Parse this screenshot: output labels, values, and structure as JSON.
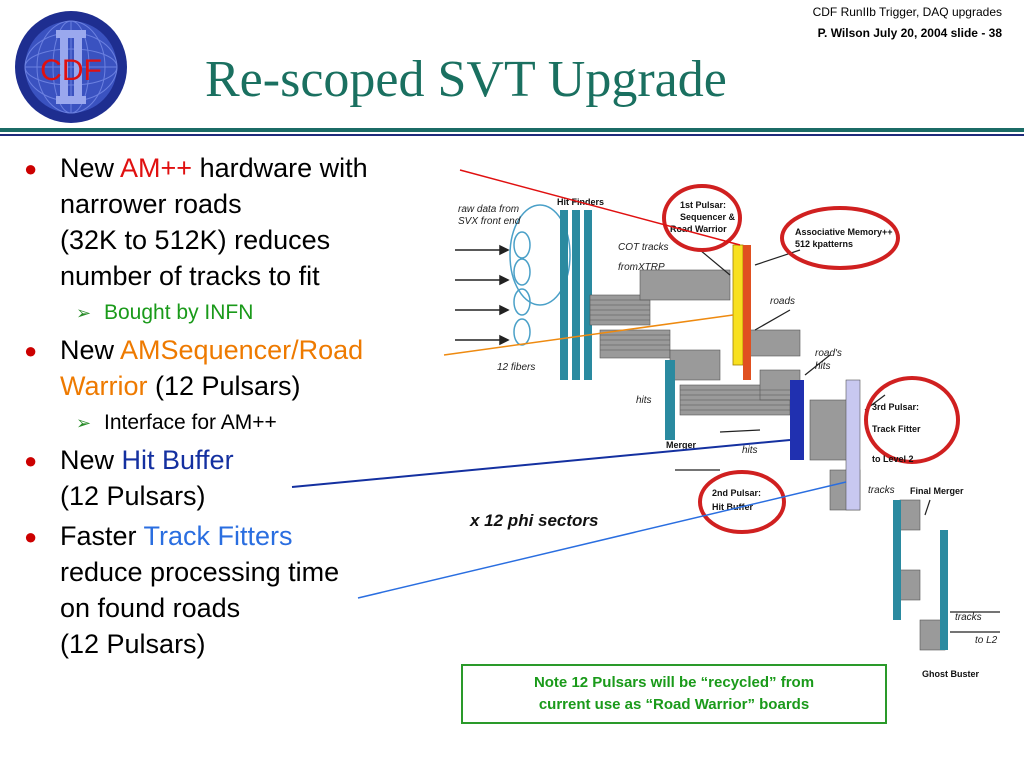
{
  "header": {
    "line1": "CDF RunIIb  Trigger, DAQ upgrades",
    "line2": "P. Wilson   July 20,  2004  slide - 38"
  },
  "logo": {
    "text": "CDF"
  },
  "title": "Re-scoped SVT Upgrade",
  "bullets": [
    {
      "pre": "New ",
      "hl": "AM++",
      "post": " hardware with",
      "cont": [
        "narrower roads",
        "(32K to 512K) reduces",
        "number of tracks to fit"
      ],
      "sub": "Bought by INFN"
    },
    {
      "pre": "New ",
      "hl": "AMSequencer/Road",
      "cont_hl": "Warrior",
      "post2": " (12 Pulsars)",
      "sub": "Interface for AM++"
    },
    {
      "pre": "New ",
      "hl": "Hit Buffer",
      "cont": [
        "(12 Pulsars)"
      ]
    },
    {
      "pre": "Faster ",
      "hl": "Track Fitters",
      "cont": [
        "reduce processing time",
        "on found roads",
        "(12 Pulsars)"
      ]
    }
  ],
  "diagram": {
    "raw_data": "raw data from",
    "raw_data2": "SVX front end",
    "hit_finders": "Hit Finders",
    "cot_tracks": "COT tracks",
    "from_xtrp": "fromXTRP",
    "fibers": "12 fibers",
    "hits": "hits",
    "merger": "Merger",
    "roads": "roads",
    "roads_hits": "road's",
    "roads_hits2": "hits",
    "phi_sectors": "x 12 phi sectors",
    "pulsar1": "1st Pulsar:",
    "pulsar1b": "Sequencer &",
    "pulsar1c": "Road Warrior",
    "am1": "Associative Memory++",
    "am2": "512 kpatterns",
    "pulsar3": "3rd Pulsar:",
    "pulsar3b": "Track Fitter",
    "pulsar3c": "to Level 2",
    "pulsar2": "2nd Pulsar:",
    "pulsar2b": "Hit Buffer",
    "final_merger": "Final Merger",
    "tracks": "tracks",
    "tracks_to": "tracks",
    "to_l2": "to L2",
    "ghost_buster": "Ghost Buster"
  },
  "note": {
    "line1": "Note 12 Pulsars will be “recycled” from",
    "line2": "current use as “Road Warrior” boards"
  },
  "colors": {
    "title": "#1a7060",
    "bullet_dot": "#cc0000",
    "red": "#e01010",
    "orange": "#ee7a00",
    "navy": "#1430a0",
    "blue": "#2a6ee0",
    "green": "#1a9a1a"
  }
}
